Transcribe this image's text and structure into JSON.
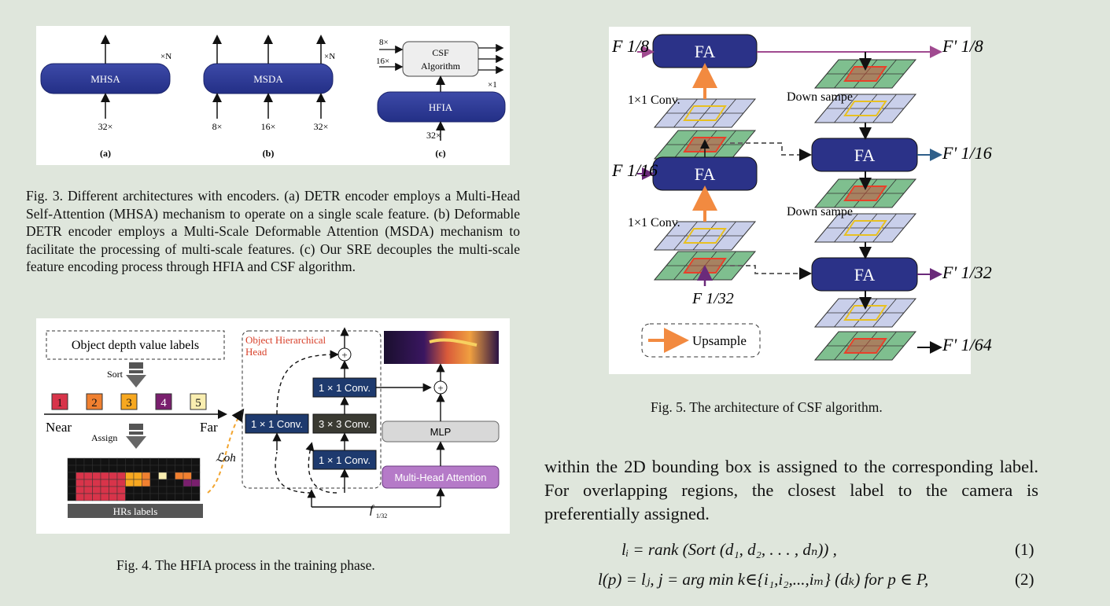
{
  "fig3": {
    "panel_a": {
      "block": "MHSA",
      "repeat": "×N",
      "inputs": [
        "32×"
      ],
      "label": "(a)"
    },
    "panel_b": {
      "block": "MSDA",
      "repeat": "×N",
      "inputs": [
        "8×",
        "16×",
        "32×"
      ],
      "label": "(b)"
    },
    "panel_c": {
      "top_block_line1": "CSF",
      "top_block_line2": "Algorithm",
      "bottom_block": "HFIA",
      "repeat": "×1",
      "side_inputs": [
        "8×",
        "16×"
      ],
      "input": "32×",
      "label": "(c)"
    },
    "caption": "Fig. 3.  Different architectures with encoders. (a) DETR encoder employs a Multi-Head Self-Attention (MHSA) mechanism to operate on a single scale feature. (b) Deformable DETR encoder employs a Multi-Scale Deformable Attention (MSDA) mechanism to facilitate the processing of multi-scale features. (c) Our SRE decouples the multi-scale feature encoding process through HFIA and CSF algorithm."
  },
  "fig4": {
    "labels_box": "Object depth value labels",
    "sort": "Sort",
    "assign": "Assign",
    "depth_labels": [
      "1",
      "2",
      "3",
      "4",
      "5"
    ],
    "depth_colors": [
      "#d8344a",
      "#f08030",
      "#f7a820",
      "#7a1f6e",
      "#f9eeb0"
    ],
    "near": "Near",
    "far": "Far",
    "hrs_labels": "HRs labels",
    "loss": "ℒoh",
    "head_title_line1": "Object Hierarchical",
    "head_title_line2": "Head",
    "conv_1x1": "1 × 1 Conv.",
    "conv_3x3": "3 × 3 Conv.",
    "mlp": "MLP",
    "mha": "Multi-Head Attention",
    "feature": "f",
    "feature_sub": "1/32",
    "caption": "Fig. 4.  The HFIA process in the training phase."
  },
  "fig5": {
    "fa": "FA",
    "inputs": [
      "F 1/8",
      "F 1/16",
      "F 1/32"
    ],
    "outputs": [
      "F' 1/8",
      "F' 1/16",
      "F' 1/32",
      "F' 1/64"
    ],
    "conv": "1×1 Conv.",
    "down": "Down sampe",
    "legend": "Upsample",
    "caption": "Fig. 5.  The architecture of CSF algorithm."
  },
  "body": {
    "paragraph": "within the 2D bounding box is assigned to the corresponding label. For overlapping regions, the closest label to the camera is preferentially assigned.",
    "eq1": "lᵢ = rank (Sort (d₁, d₂, . . . , dₙ)) ,",
    "eq1_num": "(1)",
    "eq2": "l(p) = lⱼ,   j = arg min k∈{i₁,i₂,...,iₘ} (dₖ)  for p ∈ P,",
    "eq2_num": "(2)"
  }
}
